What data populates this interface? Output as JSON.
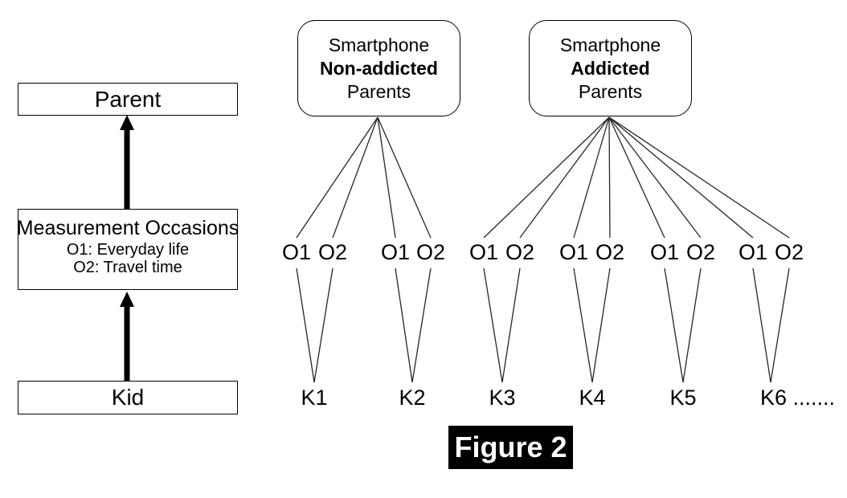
{
  "left_panel": {
    "parent_label": "Parent",
    "measurement_box": {
      "title": "Measurement Occasions",
      "o1_definition": "O1: Everyday life",
      "o2_definition": "O2: Travel time"
    },
    "kid_label": "Kid"
  },
  "right_panel": {
    "nonaddicted_box": {
      "line1": "Smartphone",
      "line2": "Non-addicted",
      "line3": "Parents"
    },
    "addicted_box": {
      "line1": "Smartphone",
      "line2": "Addicted",
      "line3": "Parents"
    },
    "occasion_labels": [
      "O1",
      "O2",
      "O1",
      "O2",
      "O1",
      "O2",
      "O1",
      "O2",
      "O1",
      "O2",
      "O1",
      "O2"
    ],
    "kid_labels": [
      "K1",
      "K2",
      "K3",
      "K4",
      "K5",
      "K6 ......."
    ]
  },
  "caption": {
    "label": "Figure 2"
  },
  "colors": {
    "line": "#262626",
    "box_border": "#000000",
    "arrow": "#000000",
    "background": "#ffffff",
    "caption_bg": "#000000",
    "caption_text": "#ffffff"
  }
}
